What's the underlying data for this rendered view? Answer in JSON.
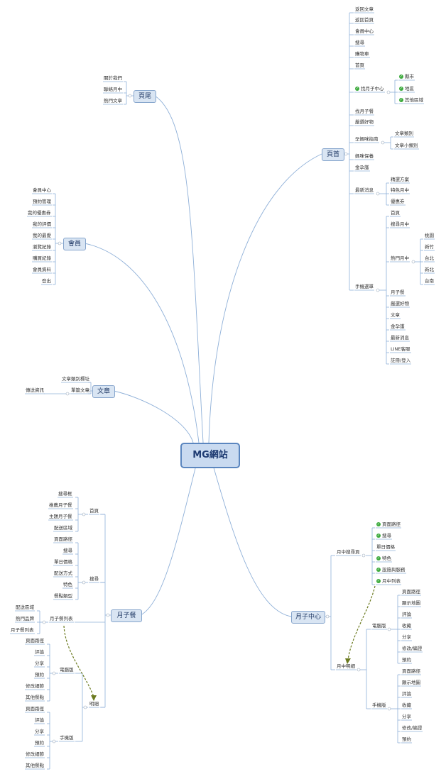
{
  "center": "MG網站",
  "branches": {
    "yeshou": "頁首",
    "yewei": "頁尾",
    "huiyuan": "會員",
    "wenzhang": "文章",
    "yuezican": "月子餐",
    "yuezizhongxin": "月子中心"
  },
  "yeshou": {
    "items": [
      "返回文章",
      "返回首頁",
      "會員中心",
      "搜尋",
      "購物車",
      "首頁"
    ],
    "find_center": "找月子中心",
    "find_center_children": [
      "縣市",
      "地區",
      "其他區域"
    ],
    "items2": [
      "找月子餐",
      "嚴選好物"
    ],
    "guide": "孕媽咪指南",
    "guide_children": [
      "文章類別",
      "文章小類別"
    ],
    "items3": [
      "媽咪保養",
      "金孕護"
    ],
    "news": "最新消息",
    "news_children": [
      "精選方案",
      "特色月中",
      "優惠券"
    ],
    "mobile": "手機選單",
    "mobile_top": [
      "首頁",
      "搜尋月中"
    ],
    "hot": "熱門月中",
    "hot_children": [
      "桃園",
      "新竹",
      "台北",
      "新北",
      "台南"
    ],
    "mobile_bottom": [
      "月子餐",
      "嚴選好物",
      "文章",
      "金孕護",
      "最新消息",
      "LINE客服",
      "註冊/登入"
    ]
  },
  "yewei": {
    "items": [
      "關於我們",
      "聯絡月中",
      "熱門文章"
    ]
  },
  "huiyuan": {
    "items": [
      "會員中心",
      "預約管理",
      "我的優惠券",
      "我的評價",
      "我的最愛",
      "瀏覽紀錄",
      "購買紀錄",
      "會員資料",
      "登出"
    ]
  },
  "wenzhang": {
    "items": [
      "文章類別標址",
      "單篇文章"
    ],
    "sub": "傳送資訊"
  },
  "yuezican": {
    "home": "首頁",
    "home_children": [
      "搜尋框",
      "推薦月子餐",
      "主題月子餐",
      "配送區域"
    ],
    "search": "搜尋",
    "search_children": [
      "頁面路徑",
      "搜尋",
      "單日價格",
      "配送方式",
      "特色",
      "餐點類型"
    ],
    "list": "月子餐列表",
    "list_children": [
      "配送區域",
      "熱門品牌",
      "月子餐列表"
    ],
    "detail": "明細",
    "pc": "電腦版",
    "pc_children": [
      "頁面路徑",
      "評論",
      "分享",
      "預約",
      "修改細節",
      "其他餐點"
    ],
    "mobile": "手機版",
    "mobile_children": [
      "頁面路徑",
      "評論",
      "分享",
      "預約",
      "修改細節",
      "其他餐點"
    ]
  },
  "yuezizhongxin": {
    "search_page": "月中搜尋頁",
    "search_children": [
      "頁面路徑",
      "搜尋",
      "單日價格",
      "特色",
      "設施與服務",
      "月中列表"
    ],
    "search_checked": [
      true,
      true,
      false,
      true,
      true,
      true
    ],
    "detail": "月中明細",
    "pc": "電腦版",
    "pc_children": [
      "頁面路徑",
      "顯示地圖",
      "評論",
      "收藏",
      "分享",
      "修改/編證",
      "預約"
    ],
    "mobile": "手機版",
    "mobile_children": [
      "頁面路徑",
      "顯示地圖",
      "評論",
      "收藏",
      "分享",
      "修改/編證",
      "預約"
    ]
  },
  "colors": {
    "edge": "#8fb0d8",
    "dashed": "#6b7a1f",
    "check": "#3caa3c"
  }
}
